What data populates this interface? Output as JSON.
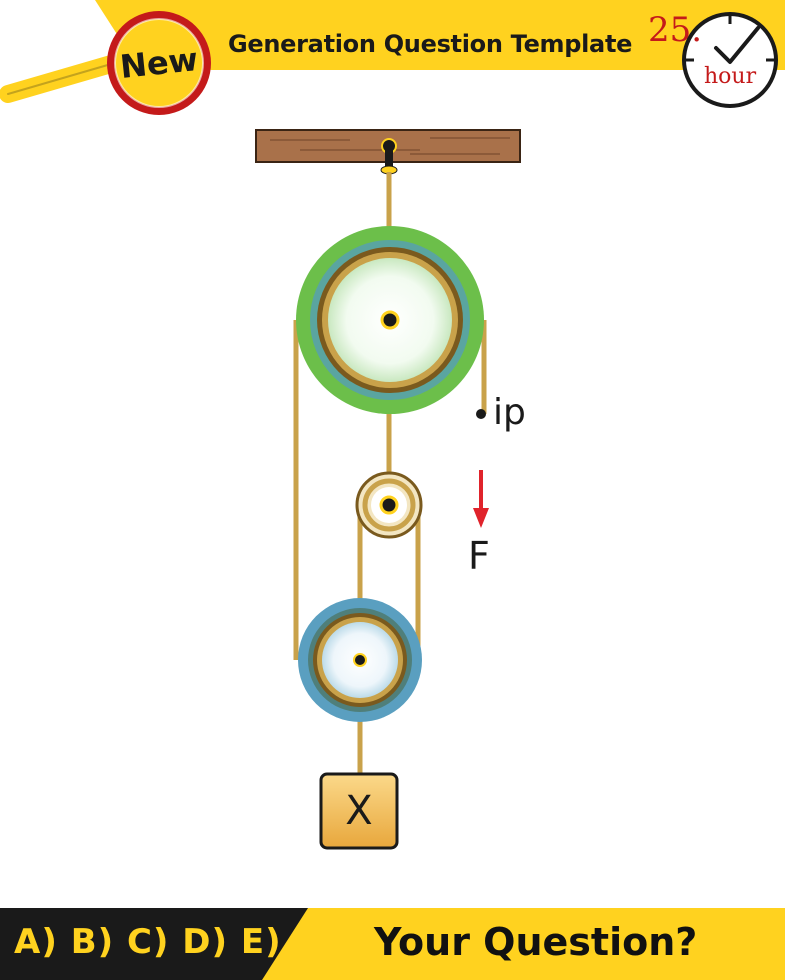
{
  "header": {
    "badge_label": "New",
    "title": "Generation Question Template",
    "clock_number": "25.",
    "clock_unit": "hour"
  },
  "diagram": {
    "point_label": "ip",
    "force_label": "F",
    "mass_label": "X"
  },
  "footer": {
    "choices": "A) B) C) D) E)",
    "question": "Your Question?"
  },
  "colors": {
    "brand_yellow": "#ffd21f",
    "badge_red": "#c41a1a",
    "dark": "#1a1a1a",
    "rope": "#c9a24a",
    "large_pulley": "#6cbf4a",
    "small_pulley": "#5a9fc0",
    "force_arrow": "#e0232b",
    "box_fill": "#f2b94a",
    "ceiling": "#a9714a"
  }
}
